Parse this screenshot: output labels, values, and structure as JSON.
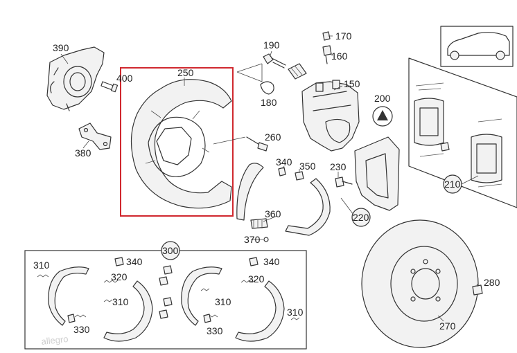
{
  "diagram": {
    "labels": {
      "p390": "390",
      "p400": "400",
      "p380": "380",
      "p250": "250",
      "p190": "190",
      "p180": "180",
      "p170": "170",
      "p160": "160",
      "p150": "150",
      "p200": "200",
      "p260": "260",
      "p340a": "340",
      "p350": "350",
      "p230": "230",
      "p360": "360",
      "p370": "370",
      "p220": "220",
      "p210": "210",
      "p300": "300",
      "p310a": "310",
      "p340b": "340",
      "p320a": "320",
      "p310b": "310",
      "p330a": "330",
      "p340c": "340",
      "p320b": "320",
      "p310c": "310",
      "p310d": "310",
      "p330b": "330",
      "p280": "280",
      "p270": "270"
    },
    "highlight_color": "#d0282e",
    "watermark": "allegro"
  }
}
